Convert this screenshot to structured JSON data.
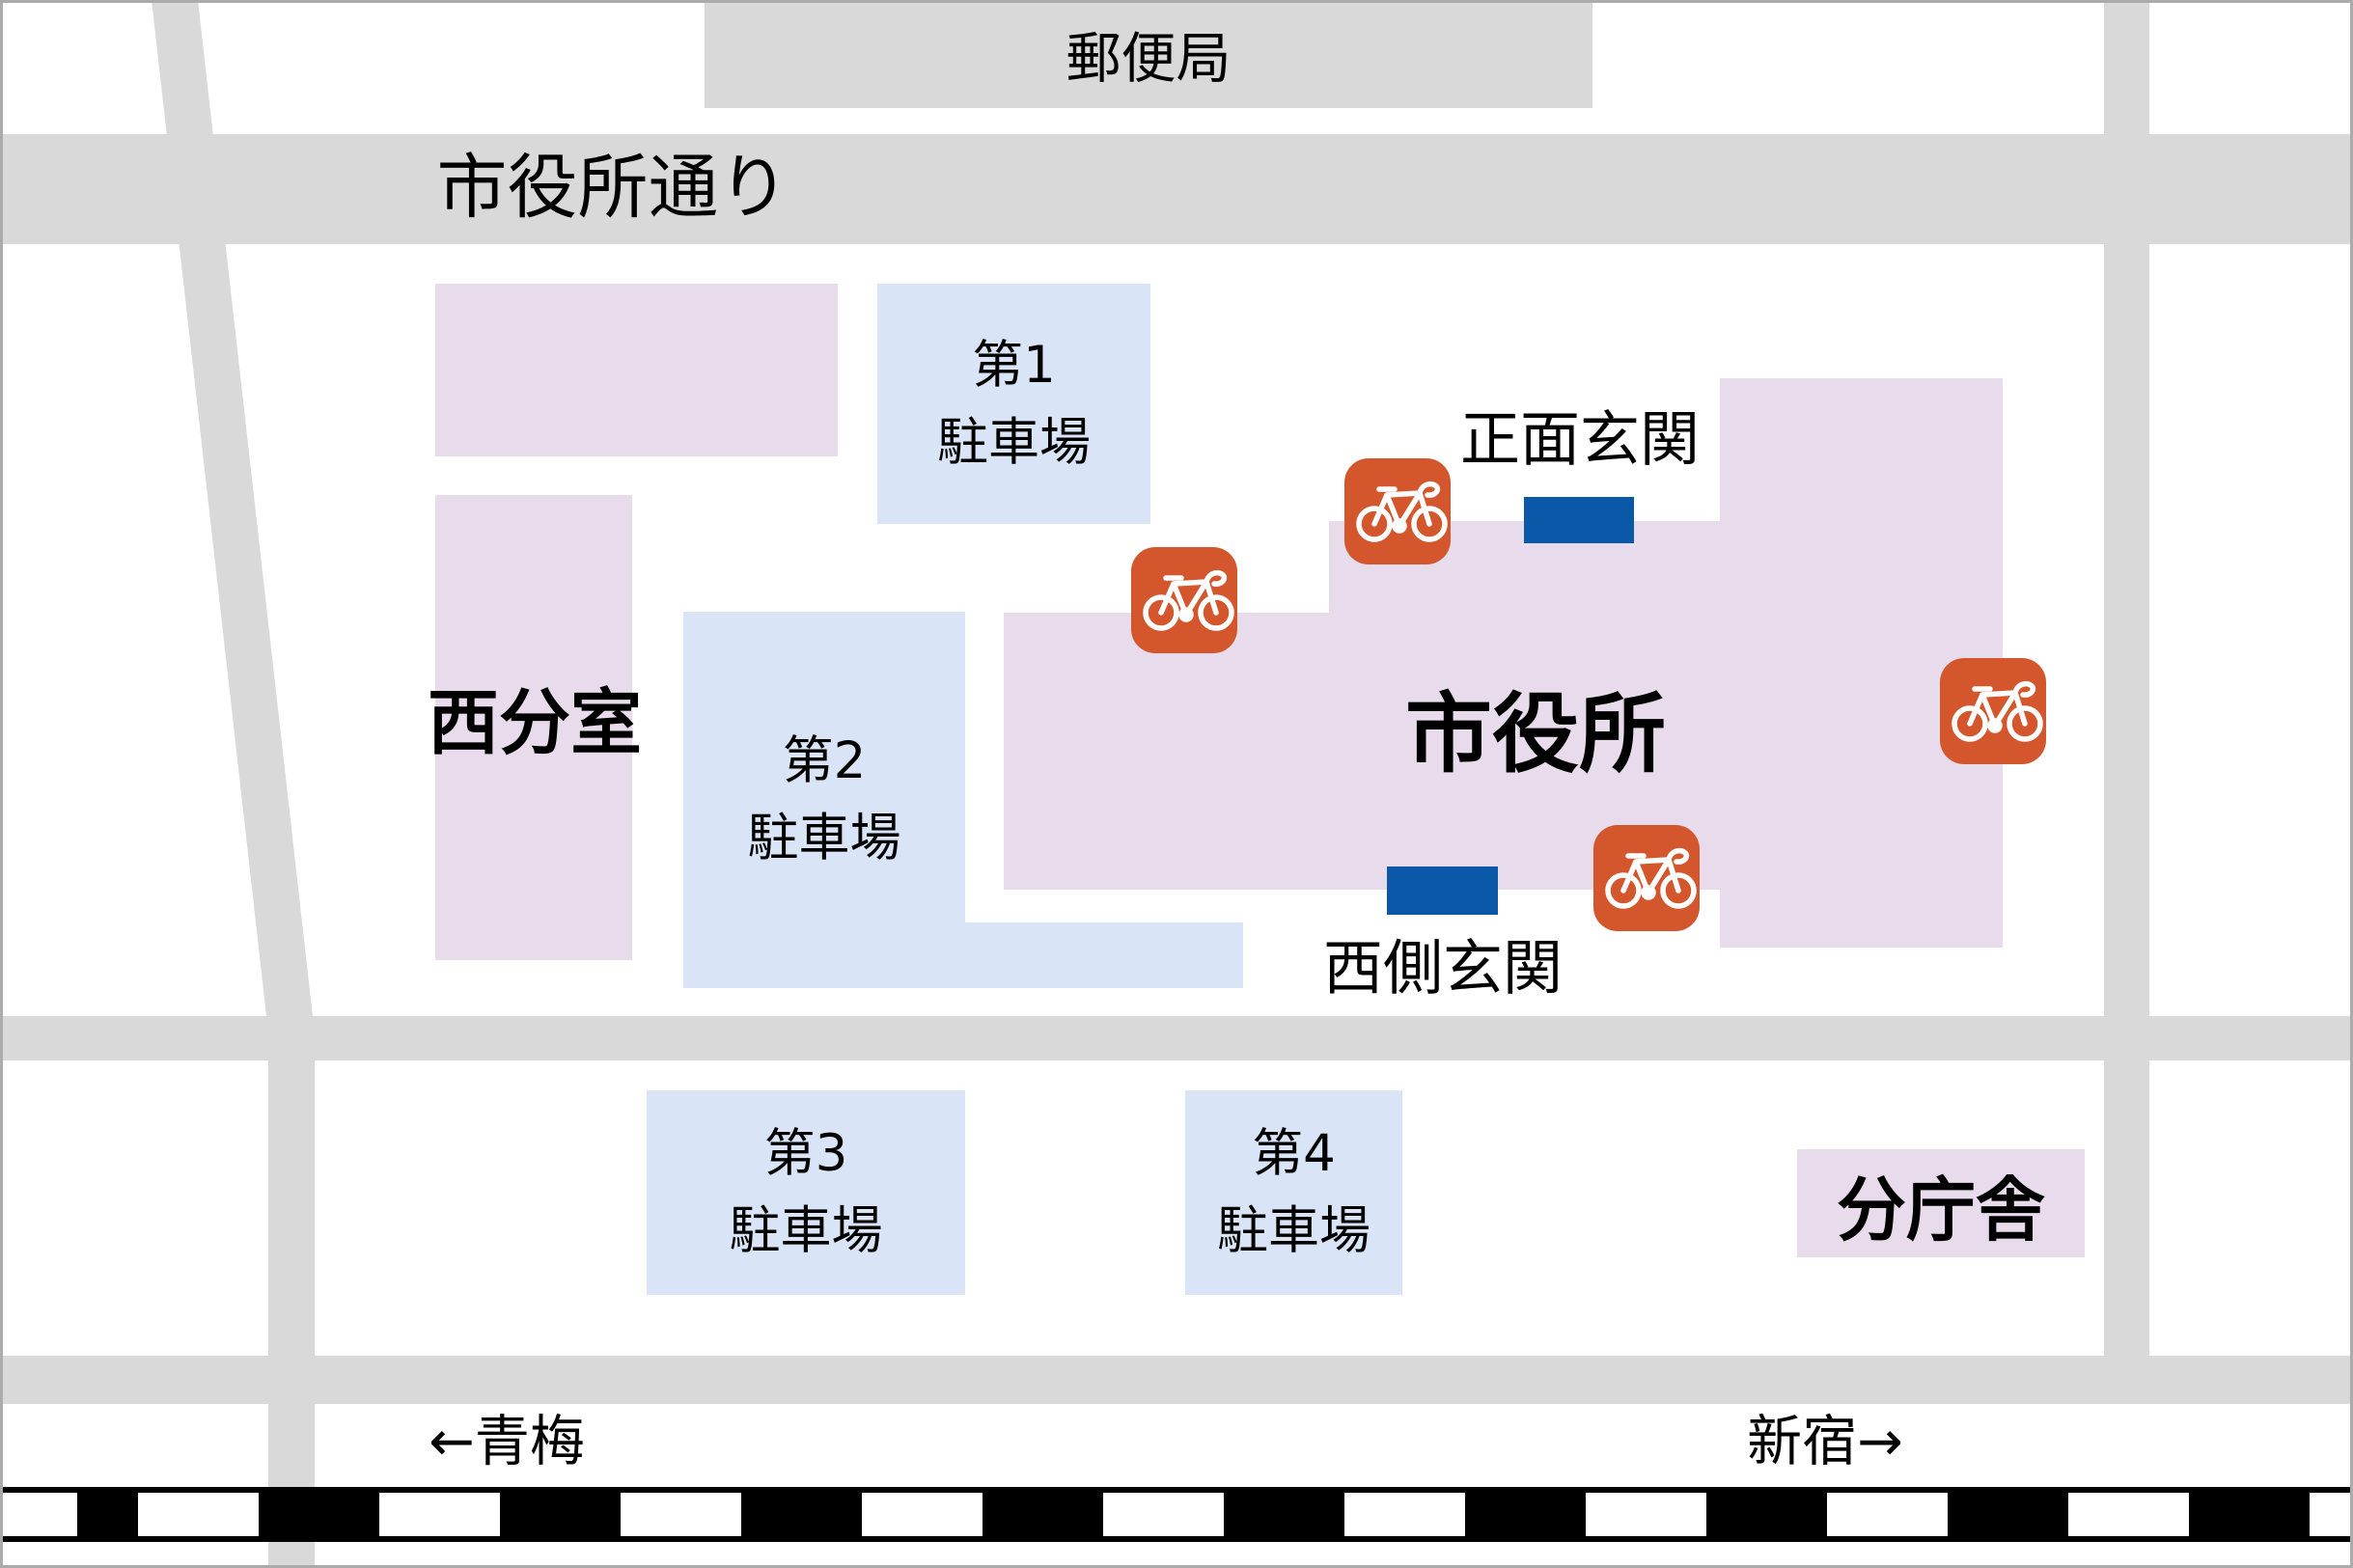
{
  "colors": {
    "road_gray": "#d9d9d9",
    "building_pink": "#e8dcec",
    "parking_blue": "#d9e5f7",
    "entrance_blue": "#0b57a8",
    "bicycle_orange": "#d4562c",
    "railway_black": "#000000",
    "frame_gray": "#ababab"
  },
  "streets": {
    "main_street_label": "市役所通り"
  },
  "landmarks": {
    "post_office": "郵便局"
  },
  "buildings": {
    "west_branch": "西分室",
    "city_hall": "市役所",
    "branch_office": "分庁舎"
  },
  "parking_lots": [
    {
      "line1": "第1",
      "line2": "駐車場"
    },
    {
      "line1": "第2",
      "line2": "駐車場"
    },
    {
      "line1": "第3",
      "line2": "駐車場"
    },
    {
      "line1": "第4",
      "line2": "駐車場"
    }
  ],
  "entrances": {
    "main_entrance": "正面玄関",
    "west_entrance": "西側玄関"
  },
  "railway": {
    "direction_left": "←青梅",
    "direction_right": "新宿→"
  },
  "icons": {
    "bicycle_parking": "bicycle-icon",
    "count": 4
  }
}
